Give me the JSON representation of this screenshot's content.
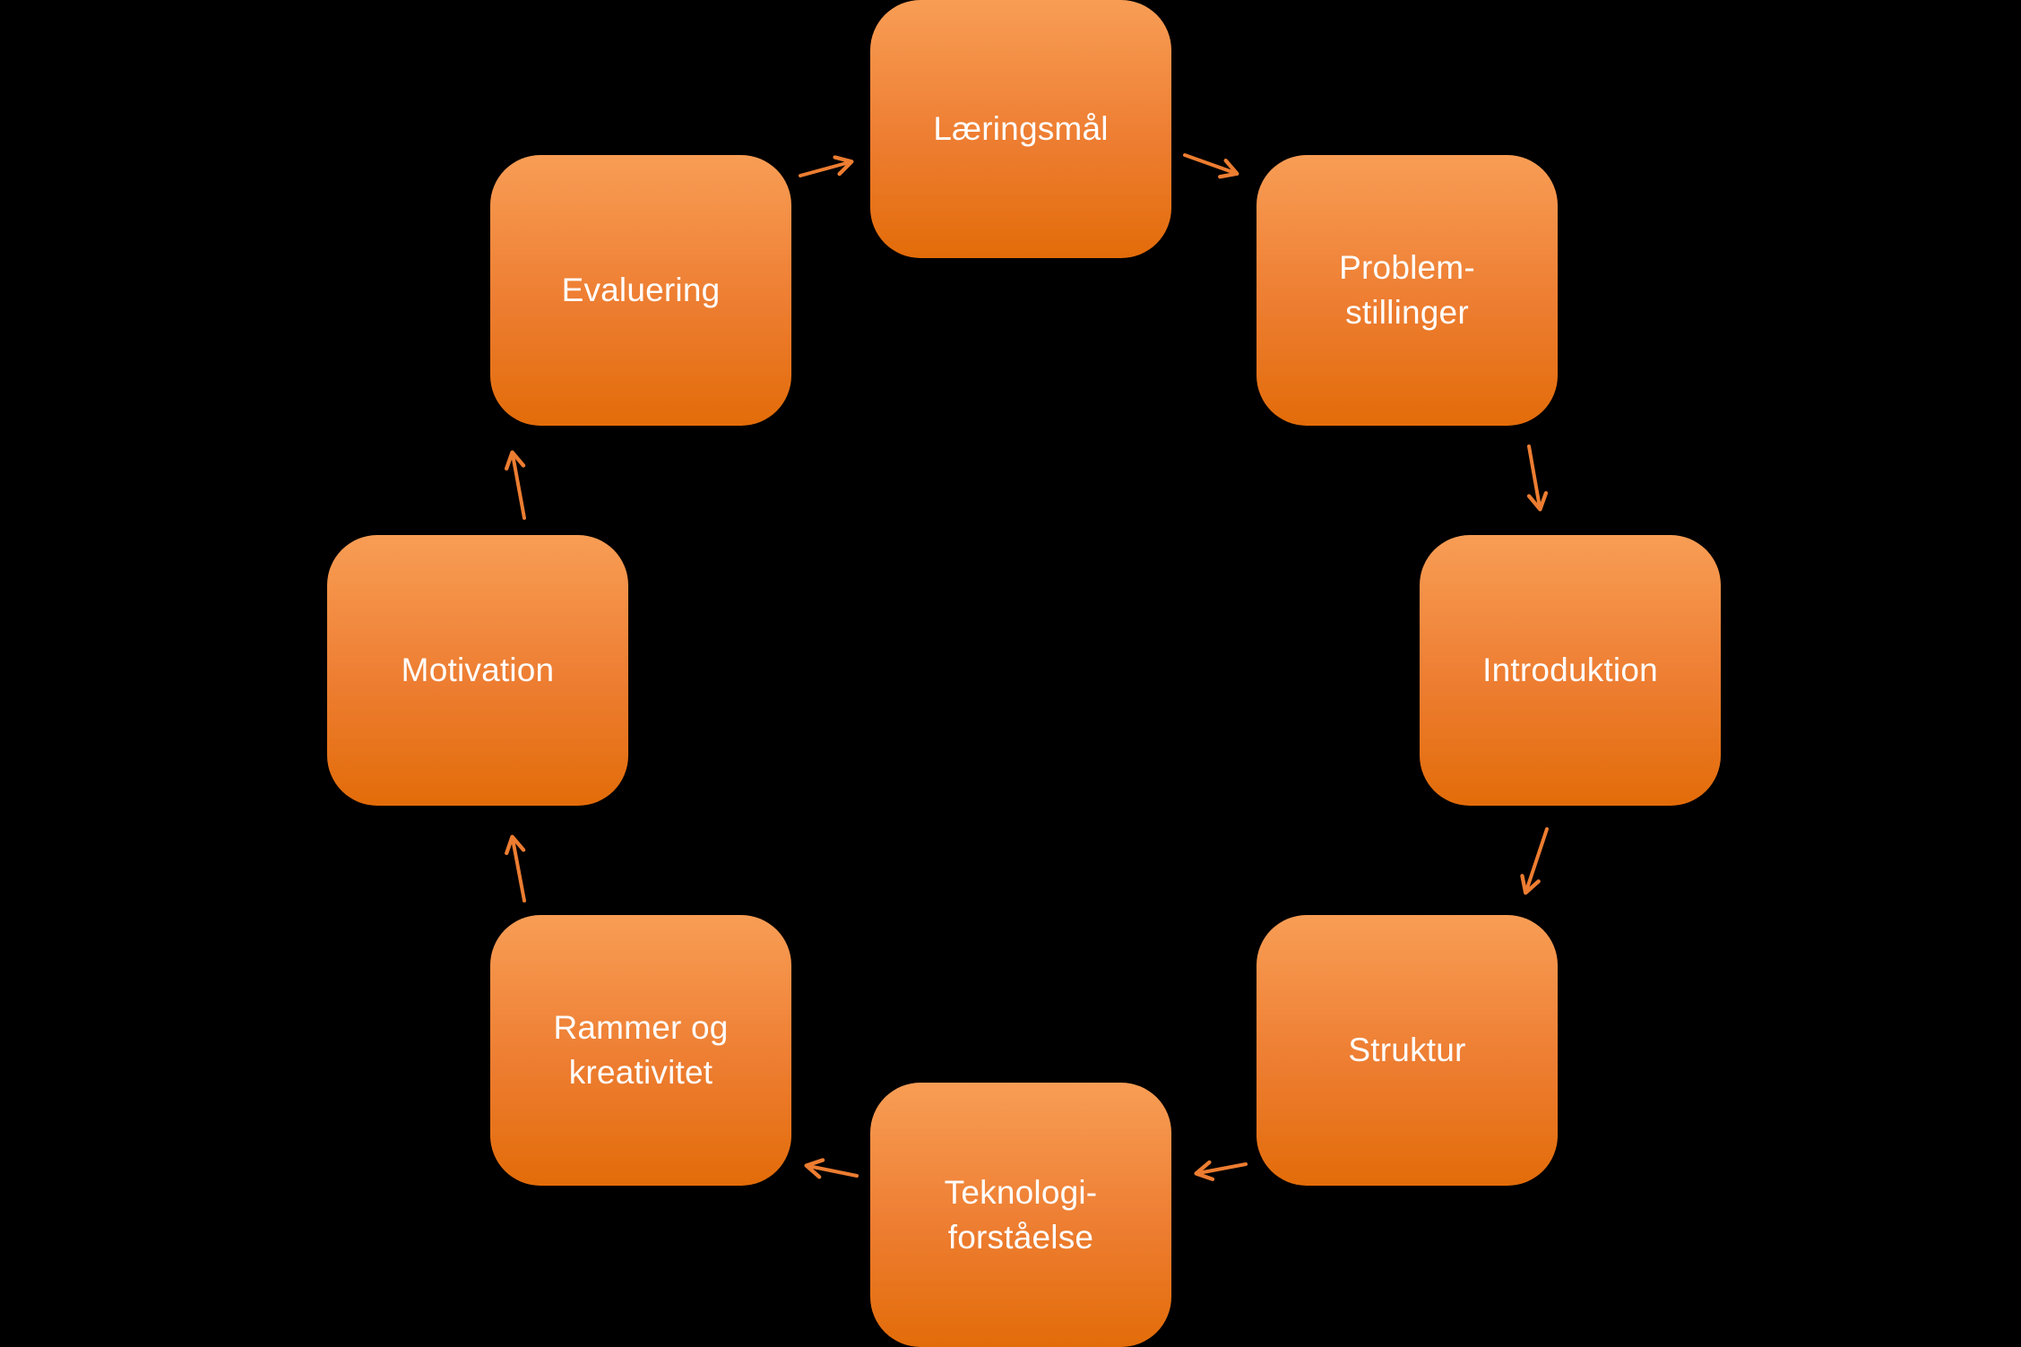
{
  "diagram": {
    "type": "cycle",
    "direction": "clockwise",
    "nodes": [
      {
        "id": "laeringsmaal",
        "label": "Læringsmål"
      },
      {
        "id": "problemstillinger",
        "label": "Problem-\nstillinger"
      },
      {
        "id": "introduktion",
        "label": "Introduktion"
      },
      {
        "id": "struktur",
        "label": "Struktur"
      },
      {
        "id": "teknologiforstaaelse",
        "label": "Teknologi-\nforståelse"
      },
      {
        "id": "rammer-og-kreativitet",
        "label": "Rammer og\nkreativitet"
      },
      {
        "id": "motivation",
        "label": "Motivation"
      },
      {
        "id": "evaluering",
        "label": "Evaluering"
      }
    ],
    "edges": [
      {
        "from": "laeringsmaal",
        "to": "problemstillinger"
      },
      {
        "from": "problemstillinger",
        "to": "introduktion"
      },
      {
        "from": "introduktion",
        "to": "struktur"
      },
      {
        "from": "struktur",
        "to": "teknologiforstaaelse"
      },
      {
        "from": "teknologiforstaaelse",
        "to": "rammer-og-kreativitet"
      },
      {
        "from": "rammer-og-kreativitet",
        "to": "motivation"
      },
      {
        "from": "motivation",
        "to": "evaluering"
      },
      {
        "from": "evaluering",
        "to": "laeringsmaal"
      }
    ],
    "colors": {
      "node_gradient_top": "#F89D55",
      "node_gradient_mid": "#ED7D31",
      "node_gradient_bottom": "#E36C09",
      "arrow": "#ED7D31",
      "text": "#FFFFFF",
      "background": "#000000"
    }
  }
}
